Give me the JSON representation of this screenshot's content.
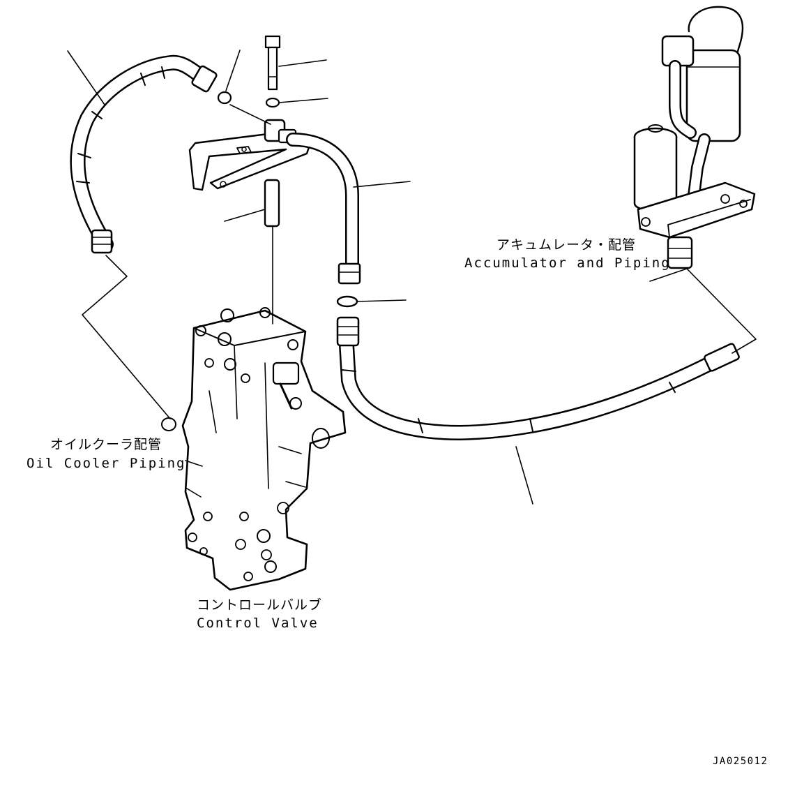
{
  "labels": {
    "accumulator_jp": "アキュムレータ・配管",
    "accumulator_en": "Accumulator and Piping",
    "oil_cooler_jp": "オイルクーラ配管",
    "oil_cooler_en": "Oil Cooler Piping",
    "control_valve_jp": "コントロールバルブ",
    "control_valve_en": "Control Valve"
  },
  "drawing_code": "JA025012"
}
